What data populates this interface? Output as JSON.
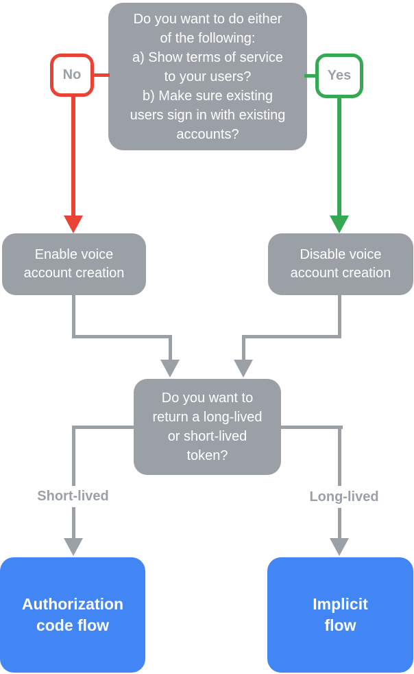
{
  "diagram": {
    "top_question": "Do you want to do either\nof the following:\na) Show terms of service\nto your users?\nb) Make sure existing\nusers sign in with existing\naccounts?",
    "no_label": "No",
    "yes_label": "Yes",
    "enable_node": "Enable voice\naccount creation",
    "disable_node": "Disable voice\naccount creation",
    "token_question": "Do you want to\nreturn a long-lived\nor short-lived\ntoken?",
    "short_lived_label": "Short-lived",
    "long_lived_label": "Long-lived",
    "auth_code_node": "Authorization\ncode flow",
    "implicit_node": "Implicit\nflow"
  },
  "colors": {
    "node_gray": "#9AA0A6",
    "no_red": "#EA4335",
    "yes_green": "#34A853",
    "result_blue": "#4285F4",
    "node_text_white": "#FFFFFF",
    "label_text_gray": "#9AA0A6"
  }
}
